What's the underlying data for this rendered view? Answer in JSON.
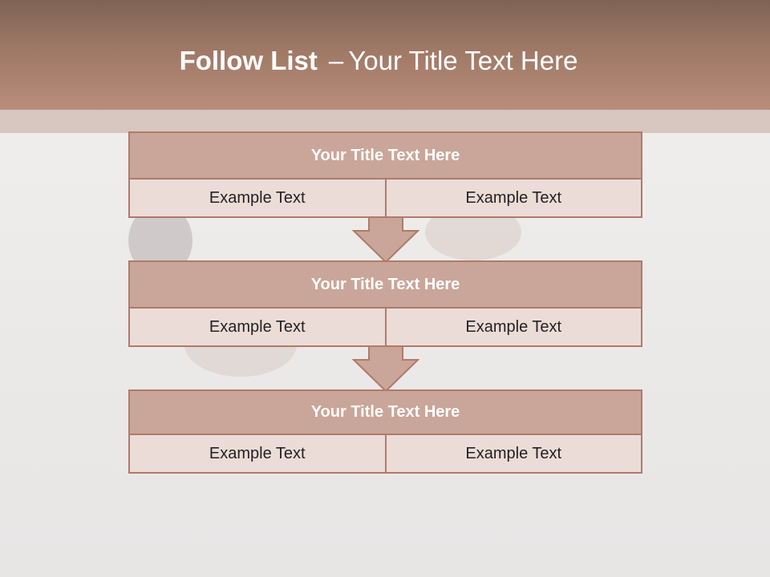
{
  "slide": {
    "title_bold": "Follow List",
    "title_dash": "–",
    "title_rest": "Your Title Text Here"
  },
  "flow": {
    "blocks": [
      {
        "title": "Your Title Text Here",
        "left": "Example Text",
        "right": "Example Text"
      },
      {
        "title": "Your Title Text Here",
        "left": "Example Text",
        "right": "Example Text"
      },
      {
        "title": "Your Title Text Here",
        "left": "Example Text",
        "right": "Example Text"
      }
    ]
  },
  "colors": {
    "header": "#a47c6a",
    "block_title": "#c9a699",
    "block_cell": "#ecdcd8",
    "border": "#b07a69",
    "arrow": "#c9a699"
  }
}
